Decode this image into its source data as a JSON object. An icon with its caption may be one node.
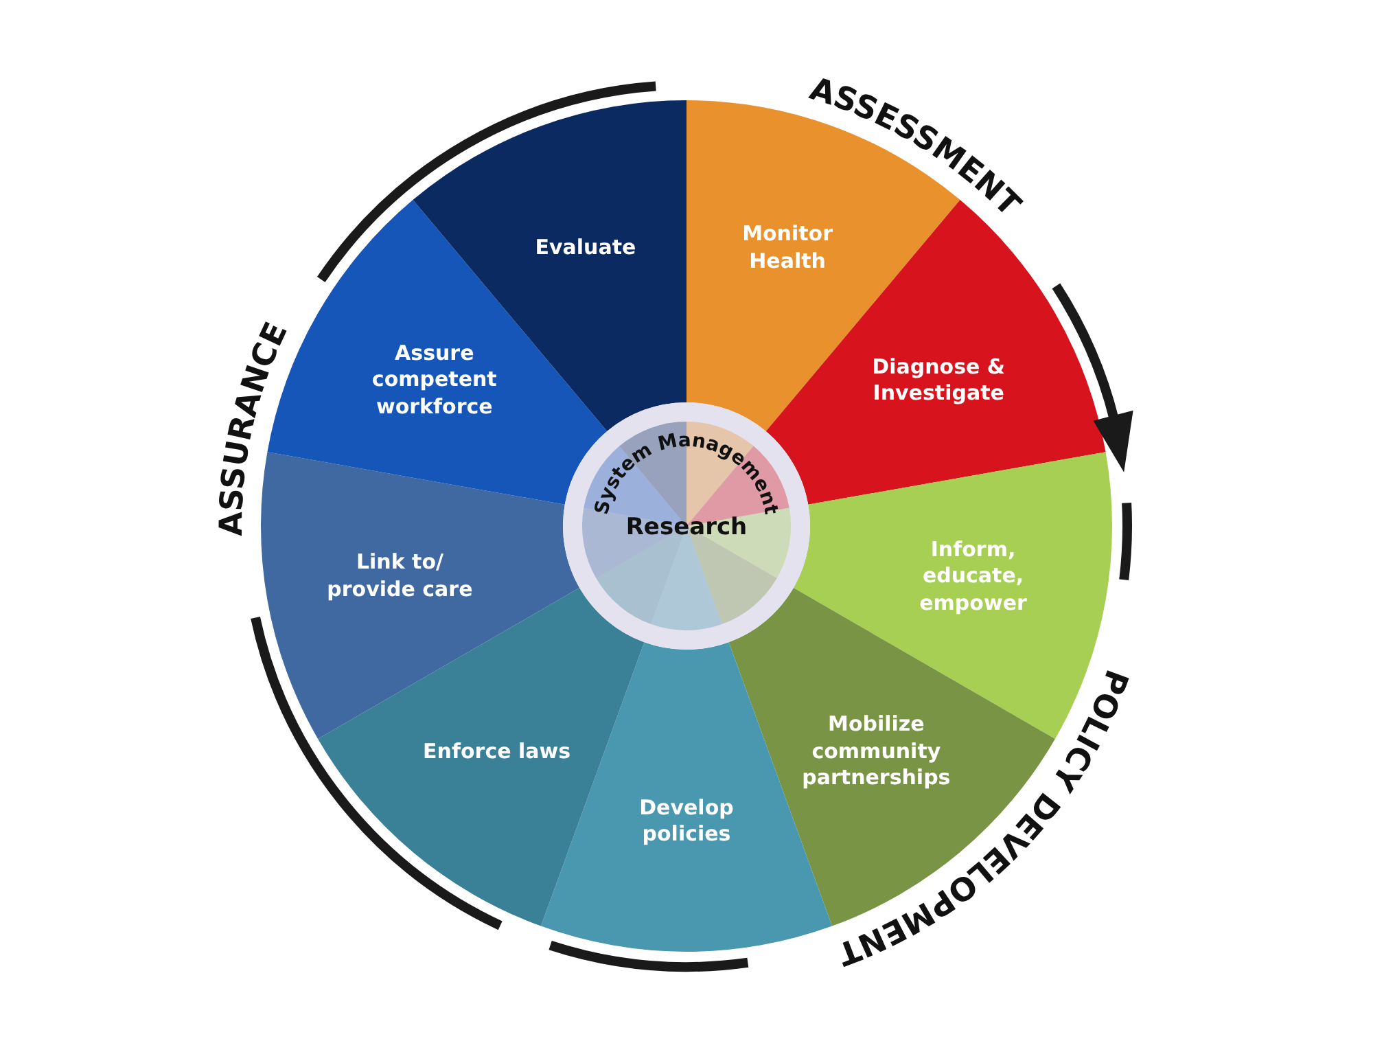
{
  "diagram": {
    "nodes": [
      {
        "text": [
          "Monitor Health"
        ]
      },
      {
        "text": [
          "Diagnose & Investigate"
        ]
      },
      {
        "text": [
          "Inform, educate, empower"
        ]
      },
      {
        "text": [
          "Mobilize community partnerships"
        ]
      },
      {
        "text": [
          "Develop policies"
        ]
      },
      {
        "text": [
          "Enforce laws"
        ]
      },
      {
        "text": [
          "Link to/ provide care"
        ]
      },
      {
        "text": [
          "Assure competent workforce"
        ]
      },
      {
        "text": [
          "Evaluate"
        ]
      },
      {
        "text": [
          "System Management",
          "Research"
        ]
      }
    ],
    "labels": [
      "ASSESSMENT",
      "POLICY DEVELOPMENT",
      "ASSURANCE"
    ]
  }
}
